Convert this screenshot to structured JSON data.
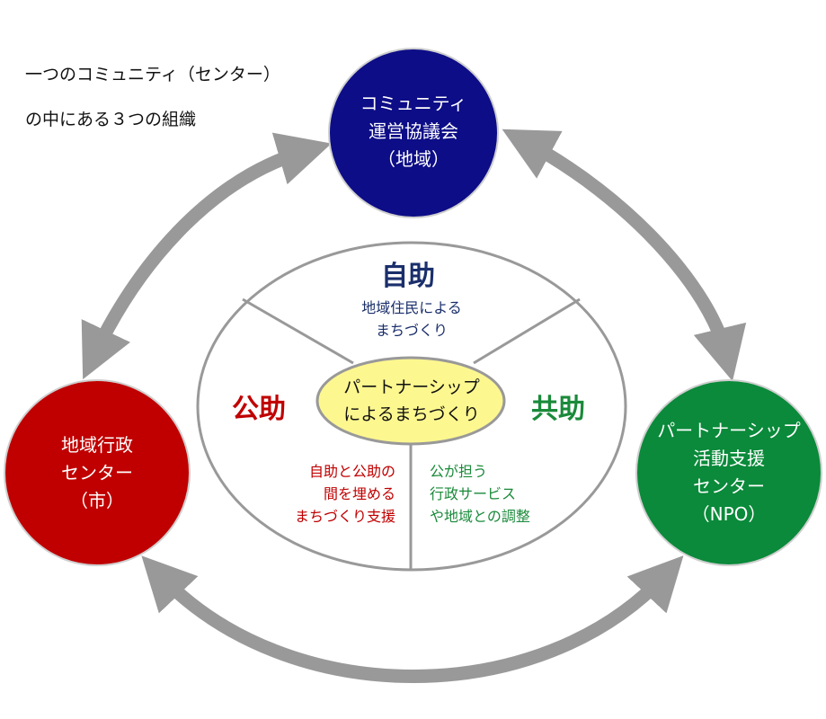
{
  "note": {
    "line1": "一つのコミュニティ（センター）",
    "line2": "の中にある３つの組織"
  },
  "nodes": {
    "community": {
      "lines": [
        "コミュニティ",
        "運営協議会",
        "（地域）"
      ],
      "color": "#0d0d87"
    },
    "city": {
      "lines": [
        "地域行政",
        "センター",
        "（市）"
      ],
      "color": "#c00000"
    },
    "npo": {
      "lines": [
        "パートナーシップ",
        "活動支援",
        "センター",
        "（NPO）"
      ],
      "color": "#0a8a3a"
    }
  },
  "sections": {
    "jijo": {
      "title": "自助",
      "lines": [
        "地域住民による",
        "まちづくり"
      ],
      "color": "#1a2f6b"
    },
    "kojo": {
      "title": "公助",
      "lines": [
        "自助と公助の",
        "間を埋める",
        "まちづくり支援"
      ],
      "color": "#c00000"
    },
    "kyojo": {
      "title": "共助",
      "lines": [
        "公が担う",
        "行政サービス",
        "や地域との調整"
      ],
      "color": "#1a8a3a"
    }
  },
  "center": {
    "lines": [
      "パートナーシップ",
      "によるまちづくり"
    ],
    "fill": "#fdf78f"
  },
  "arrow_color": "#999999"
}
